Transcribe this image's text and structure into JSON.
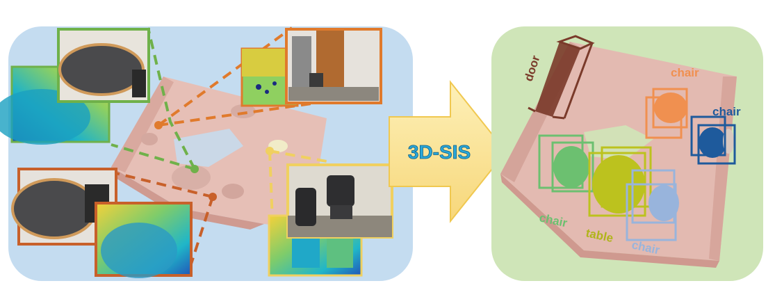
{
  "method": "3D-SIS",
  "labels": {
    "door": "door",
    "chair_orange": "chair",
    "chair_blue": "chair",
    "chair_green": "chair",
    "table": "table",
    "chair_lightblue": "chair"
  },
  "colors": {
    "left_panel_bg": "#c4dcf0",
    "right_panel_bg": "#cfe5b8",
    "arrow_fill": "#fbe49a",
    "arrow_text": "#2aa7d8",
    "mesh": "#e2b8b0",
    "green": "#6fb14a",
    "orange": "#e07a2c",
    "dark_orange": "#c8602a",
    "yellow": "#f0d060",
    "door_brown": "#7a3a2a",
    "chair_orange": "#f09050",
    "chair_blue": "#1e5a9c",
    "chair_green": "#6cc070",
    "table_olive": "#bcc21e",
    "chair_lightblue": "#98b4dc"
  }
}
